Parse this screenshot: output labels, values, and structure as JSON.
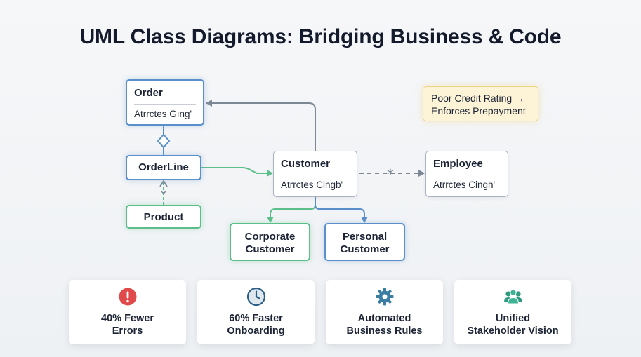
{
  "title": "UML Class Diagrams: Bridging Business & Code",
  "classes": {
    "order": {
      "name": "Order",
      "attr": "Atrrctes Gıng'"
    },
    "orderline": {
      "name": "OrderLine"
    },
    "product": {
      "name": "Product"
    },
    "customer": {
      "name": "Customer",
      "attr": "Atrrctes Cingb'"
    },
    "employee": {
      "name": "Employee",
      "attr": "Atrrctes Cingh'"
    },
    "corporate": {
      "line1": "Corporate",
      "line2": "Customer"
    },
    "personal": {
      "line1": "Personal",
      "line2": "Customer"
    }
  },
  "note": {
    "line1": "Poor Credit Rating →",
    "line2": "Enforces Prepayment"
  },
  "association_multiplicity": "*",
  "benefits": [
    {
      "icon": "alert-icon",
      "line1": "40% Fewer",
      "line2": "Errors",
      "color": "#e04a4a"
    },
    {
      "icon": "clock-icon",
      "line1": "60% Faster",
      "line2": "Onboarding",
      "color": "#2d5f86"
    },
    {
      "icon": "gear-icon",
      "line1": "Automated",
      "line2": "Business Rules",
      "color": "#3a7fa3"
    },
    {
      "icon": "people-icon",
      "line1": "Unified",
      "line2": "Stakeholder Vision",
      "color": "#2e9a80"
    }
  ],
  "colors": {
    "blue": "#5b8fc9",
    "green": "#5cbf8a",
    "grey_connector": "#7d8896",
    "note_fill": "#fdf4d8"
  }
}
